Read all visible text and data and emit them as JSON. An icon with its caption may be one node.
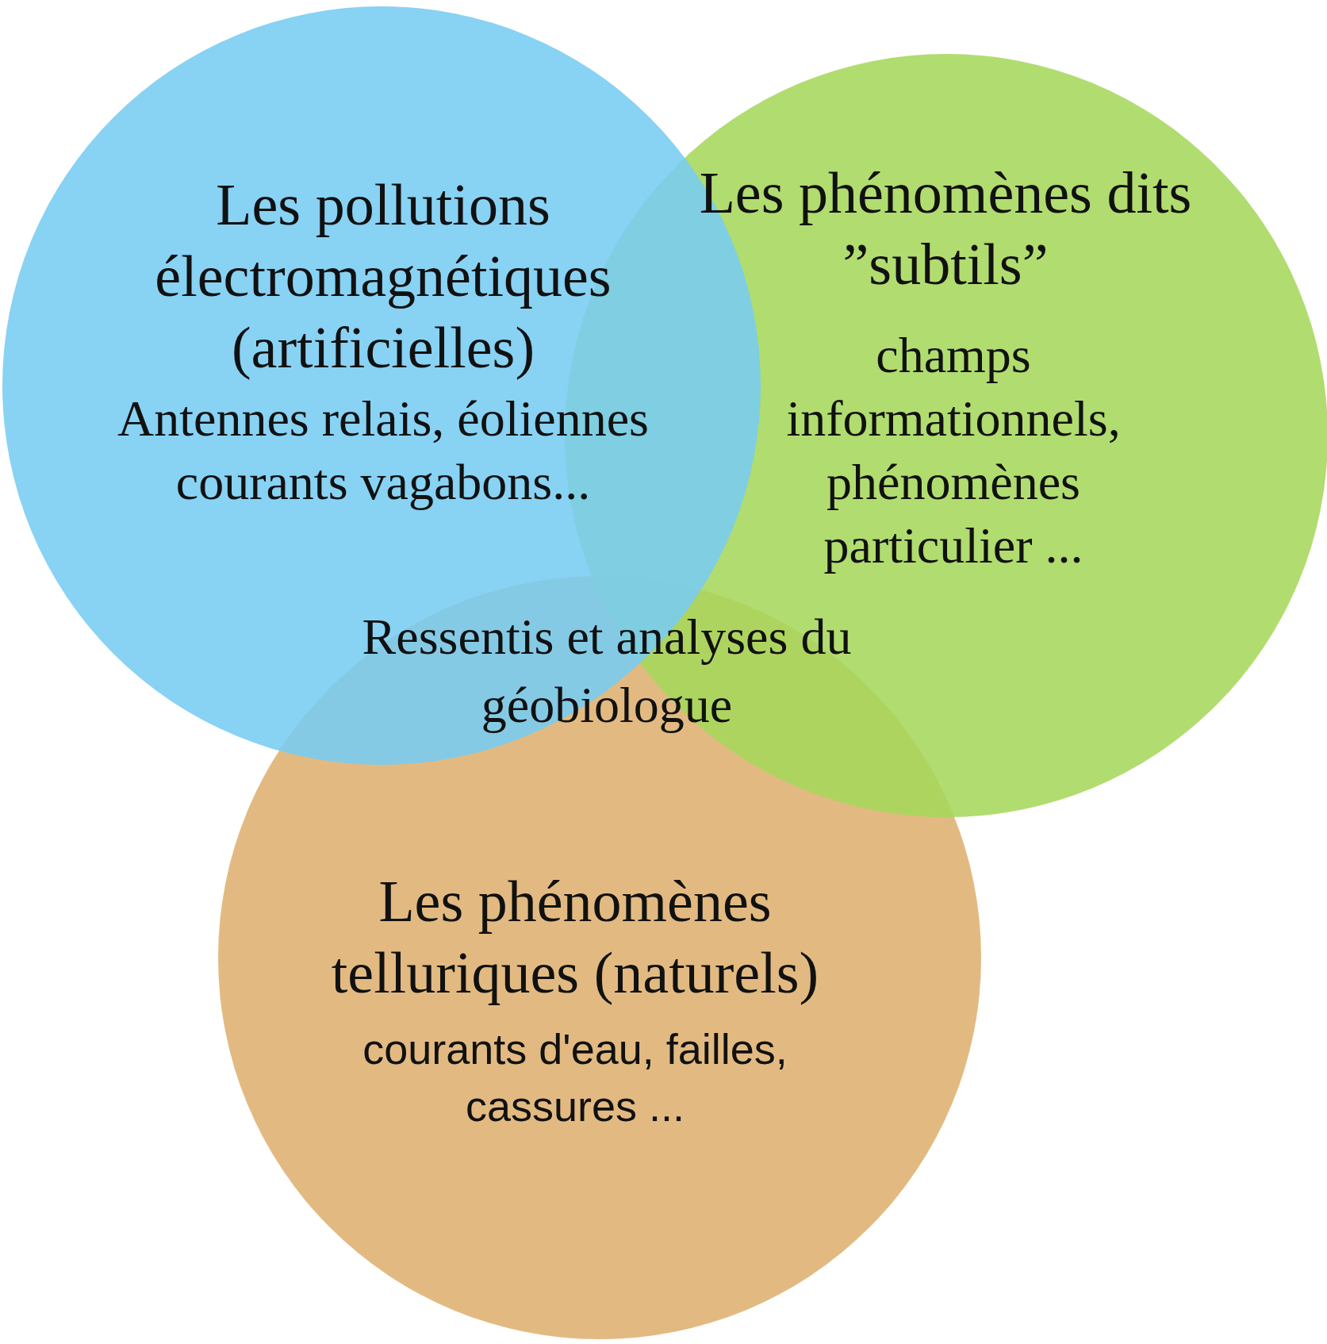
{
  "diagram": {
    "nodes": [
      {
        "text": [
          "Les pollutions électromagnétiques (artificielles)",
          "Antennes relais, éoliennes courants vagabons..."
        ]
      },
      {
        "text": [
          "Les phénomènes dits ”subtils”",
          "champs informationnels, phénomènes particulier ..."
        ]
      },
      {
        "text": [
          "Les phénomènes telluriques (naturels)",
          "courants d'eau, failles, cassures ..."
        ]
      }
    ],
    "labels": [
      "Ressentis et analyses du géobiologue"
    ]
  }
}
